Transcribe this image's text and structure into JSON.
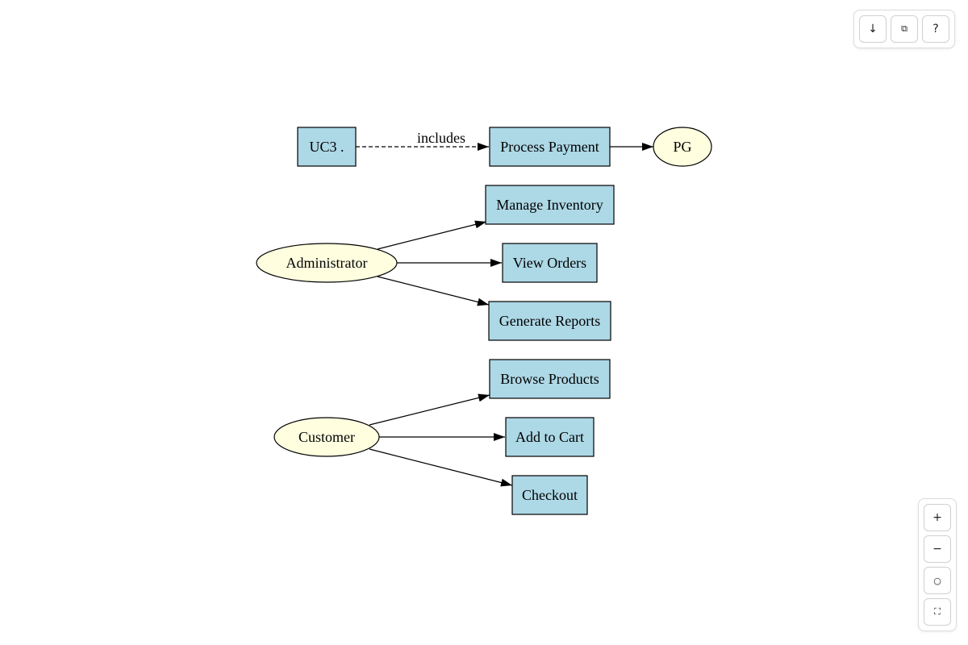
{
  "diagram": {
    "nodes": {
      "uc3": "UC3 .",
      "process_payment": "Process Payment",
      "pg": "PG",
      "manage_inventory": "Manage Inventory",
      "administrator": "Administrator",
      "view_orders": "View Orders",
      "generate_reports": "Generate Reports",
      "browse_products": "Browse Products",
      "customer": "Customer",
      "add_to_cart": "Add to Cart",
      "checkout": "Checkout"
    },
    "edge_labels": {
      "includes": "includes"
    },
    "edges": [
      {
        "from": "uc3",
        "to": "process_payment",
        "style": "dashed",
        "label": "includes"
      },
      {
        "from": "process_payment",
        "to": "pg",
        "style": "solid"
      },
      {
        "from": "administrator",
        "to": "manage_inventory",
        "style": "solid"
      },
      {
        "from": "administrator",
        "to": "view_orders",
        "style": "solid"
      },
      {
        "from": "administrator",
        "to": "generate_reports",
        "style": "solid"
      },
      {
        "from": "customer",
        "to": "browse_products",
        "style": "solid"
      },
      {
        "from": "customer",
        "to": "add_to_cart",
        "style": "solid"
      },
      {
        "from": "customer",
        "to": "checkout",
        "style": "solid"
      }
    ],
    "colors": {
      "usecase_fill": "#add8e6",
      "actor_fill": "#ffffe0",
      "stroke": "#000000"
    }
  },
  "toolbar": {
    "download": "↓",
    "copy": "⧉",
    "help": "?"
  },
  "zoom_controls": {
    "zoom_in": "+",
    "zoom_out": "−",
    "reset": "○",
    "fit": "⛶"
  }
}
